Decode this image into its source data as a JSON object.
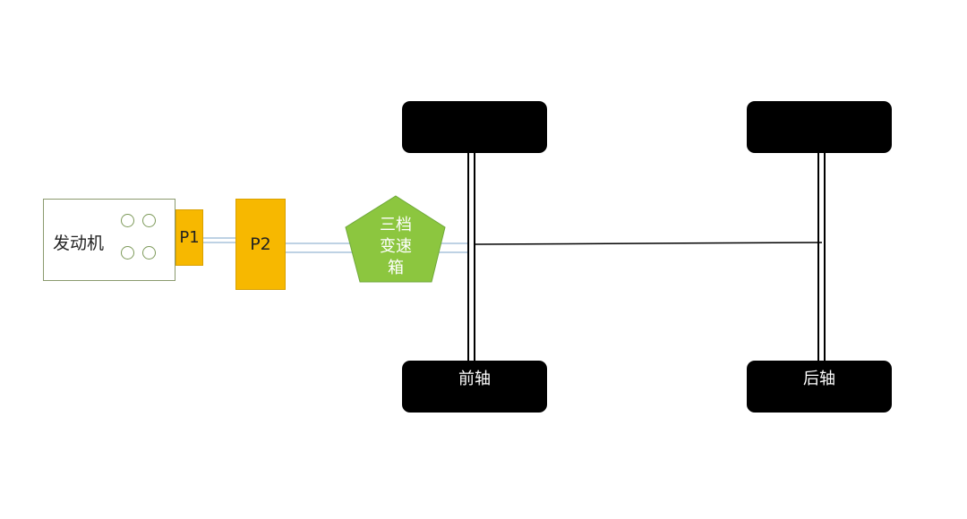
{
  "diagram": {
    "engine": {
      "label": "发动机",
      "cylinders": 4
    },
    "motor_p1": {
      "label": "P1"
    },
    "motor_p2": {
      "label": "P2"
    },
    "gearbox": {
      "label_lines": [
        "三档",
        "变速",
        "箱"
      ]
    },
    "front_axle": {
      "label": "前轴"
    },
    "rear_axle": {
      "label": "后轴"
    },
    "colors": {
      "motor_fill": "#f7b800",
      "gearbox_fill": "#8cc63f",
      "wheel_fill": "#000000",
      "shaft_line": "#a8c4dc",
      "engine_border": "#8a9a6e"
    }
  }
}
